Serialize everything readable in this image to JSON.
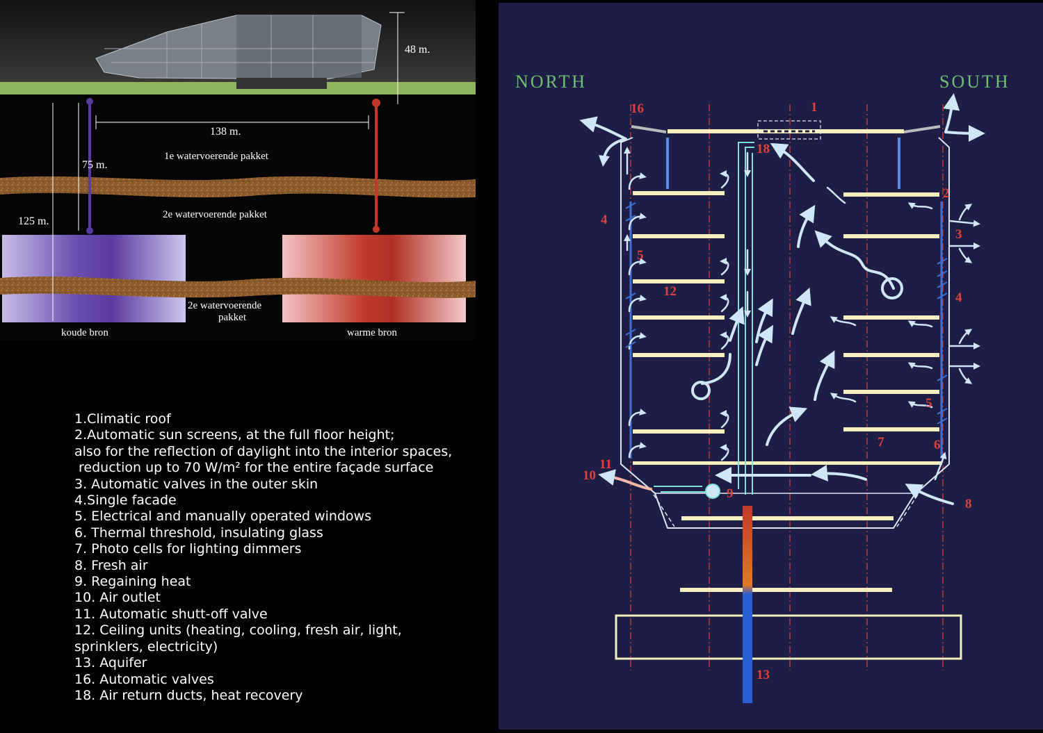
{
  "section_diagram": {
    "height_label": "48 m.",
    "width_label": "138 m.",
    "depth_75": "75 m.",
    "depth_125": "125 m.",
    "aquifer_1": "1e watervoerende pakket",
    "aquifer_2_upper": "2e watervoerende pakket",
    "aquifer_2_lower_line1": "2e watervoerende",
    "aquifer_2_lower_line2": "pakket",
    "cold_source": "koude bron",
    "warm_source": "warme bron",
    "colors": {
      "cold": "#5a3aa0",
      "warm": "#c0392b",
      "soil": "#8b5a2b"
    }
  },
  "legend": [
    "1.Climatic roof",
    "2.Automatic sun screens, at the full floor height;",
    "also for the reflection of daylight into the interior spaces,",
    " reduction up to 70 W/m² for the entire façade surface",
    "3. Automatic valves in the outer skin",
    "4.Single facade",
    "5. Electrical and manually operated windows",
    "6. Thermal threshold, insulating glass",
    "7. Photo cells for lighting dimmers",
    "8. Fresh air",
    "9. Regaining heat",
    "10. Air outlet",
    "11. Automatic shutt-off valve",
    "12. Ceiling units (heating, cooling, fresh air, light,",
    "sprinklers, electricity)",
    "13. Aquifer",
    "16. Automatic valves",
    "18. Air return ducts, heat recovery"
  ],
  "climate_diagram": {
    "north": "NORTH",
    "south": "SOUTH",
    "colors": {
      "background": "#1d1d45",
      "label_green": "#6fbf73",
      "number_red": "#e0413a",
      "floor": "#f5eec0",
      "air": "#cfe6f7"
    },
    "numbers": {
      "n1": "1",
      "n2": "2",
      "n3": "3",
      "n4_left": "4",
      "n4_right": "4",
      "n5_left": "5",
      "n5_right": "5",
      "n6": "6",
      "n7": "7",
      "n8": "8",
      "n9": "9",
      "n10": "10",
      "n11": "11",
      "n12": "12",
      "n13": "13",
      "n16": "16",
      "n18": "18"
    }
  }
}
